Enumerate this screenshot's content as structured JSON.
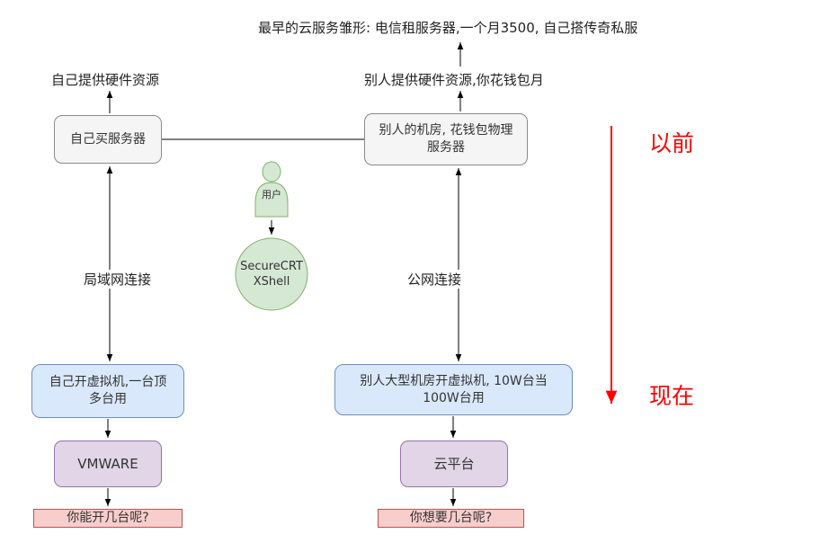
{
  "top_note": "最早的云服务雏形: 电信租服务器,一个月3500, 自己搭传奇私服",
  "left_column": {
    "resource_label": "自己提供硬件资源",
    "server_box": "自己买服务器",
    "connection_label": "局域网连接",
    "vm_box": "自己开虚拟机,一台顶多台用",
    "platform_box": "VMWARE",
    "question_box": "你能开几台呢?"
  },
  "right_column": {
    "resource_label": "别人提供硬件资源,你花钱包月",
    "server_box": "别人的机房, 花钱包物理服务器",
    "connection_label": "公网连接",
    "vm_box": "别人大型机房开虚拟机, 10W台当100W台用",
    "platform_box": "云平台",
    "question_box": "你想要几台呢?"
  },
  "center": {
    "user_label": "用户",
    "tool_circle": "SecureCRT\nXShell"
  },
  "timeline": {
    "past_label": "以前",
    "present_label": "现在",
    "arrow_color": "#ff0000"
  },
  "colors": {
    "box_gray_fill": "#f5f5f5",
    "box_gray_border": "#8a8a8a",
    "box_blue_fill": "#dae8fc",
    "box_blue_border": "#6c8ebf",
    "box_purple_fill": "#e1d5e7",
    "box_purple_border": "#9673a6",
    "box_pink_fill": "#f8cecc",
    "box_pink_border": "#b85450",
    "shape_green_fill": "#d5e8d4",
    "shape_green_border": "#82b366"
  }
}
